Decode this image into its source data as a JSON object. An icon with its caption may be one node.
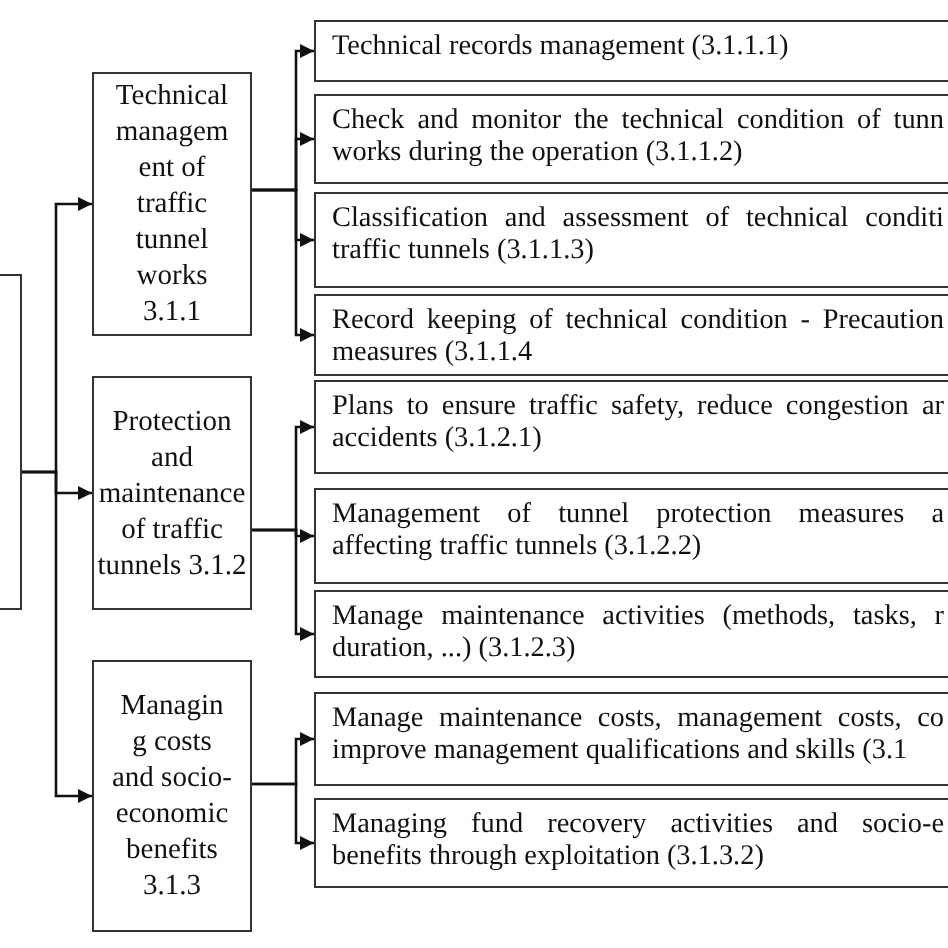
{
  "diagram": {
    "nodes": [
      {
        "text": [],
        "shape": "box"
      },
      {
        "text": [
          "Technical managem ent of traffic tunnel works 3.1.1"
        ]
      },
      {
        "text": [
          "Protection and maintenance of traffic tunnels 3.1.2"
        ]
      },
      {
        "text": [
          "Managin g costs and socio- economic benefits 3.1.3"
        ]
      },
      {
        "text": [
          "Technical records management (3.1.1.1)"
        ]
      },
      {
        "text": [
          "Check and monitor the technical condition of tunn works during the operation (3.1.1.2)"
        ]
      },
      {
        "text": [
          "Classification and assessment of technical conditi traffic tunnels (3.1.1.3)"
        ]
      },
      {
        "text": [
          "Record keeping of technical condition - Precaution measures (3.1.1.4"
        ]
      },
      {
        "text": [
          "Plans to ensure traffic safety, reduce congestion ar accidents (3.1.2.1)"
        ]
      },
      {
        "text": [
          "Management of tunnel protection measures a affecting traffic tunnels (3.1.2.2)"
        ]
      },
      {
        "text": [
          "Manage maintenance activities (methods, tasks, r duration, ...) (3.1.2.3)"
        ]
      },
      {
        "text": [
          "Manage maintenance costs, management costs, co improve management qualifications and skills (3.1"
        ]
      },
      {
        "text": [
          "Managing fund recovery activities and socio-e benefits through exploitation (3.1.3.2)"
        ]
      }
    ],
    "edges": [
      {
        "from": 0,
        "to": 1,
        "arrow": "to"
      },
      {
        "from": 0,
        "to": 2,
        "arrow": "to"
      },
      {
        "from": 0,
        "to": 3,
        "arrow": "to"
      },
      {
        "from": 1,
        "to": 4,
        "arrow": "to"
      },
      {
        "from": 1,
        "to": 5,
        "arrow": "to"
      },
      {
        "from": 1,
        "to": 6,
        "arrow": "to"
      },
      {
        "from": 1,
        "to": 7,
        "arrow": "to"
      },
      {
        "from": 2,
        "to": 8,
        "arrow": "to"
      },
      {
        "from": 2,
        "to": 9,
        "arrow": "to"
      },
      {
        "from": 2,
        "to": 10,
        "arrow": "to"
      },
      {
        "from": 3,
        "to": 11,
        "arrow": "to"
      },
      {
        "from": 3,
        "to": 12,
        "arrow": "to"
      }
    ]
  }
}
